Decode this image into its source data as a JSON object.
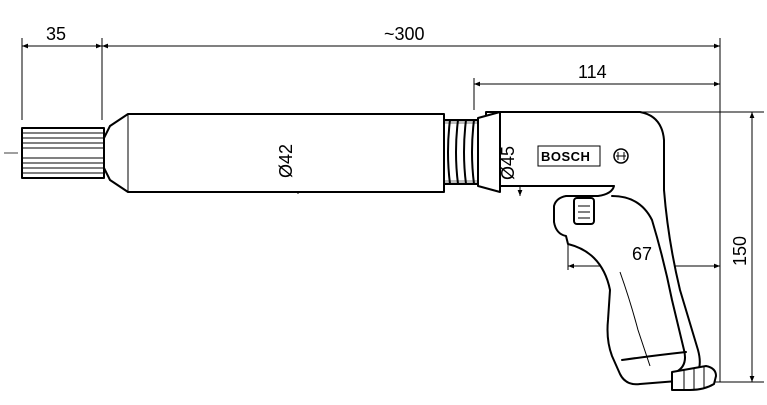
{
  "dimensions": {
    "bit_length": "35",
    "total_length": "~300",
    "grip_length": "114",
    "barrel_diameter": "Ø42",
    "head_diameter": "Ø45",
    "trigger_to_back": "67",
    "height": "150"
  },
  "brand": {
    "name": "BOSCH"
  }
}
